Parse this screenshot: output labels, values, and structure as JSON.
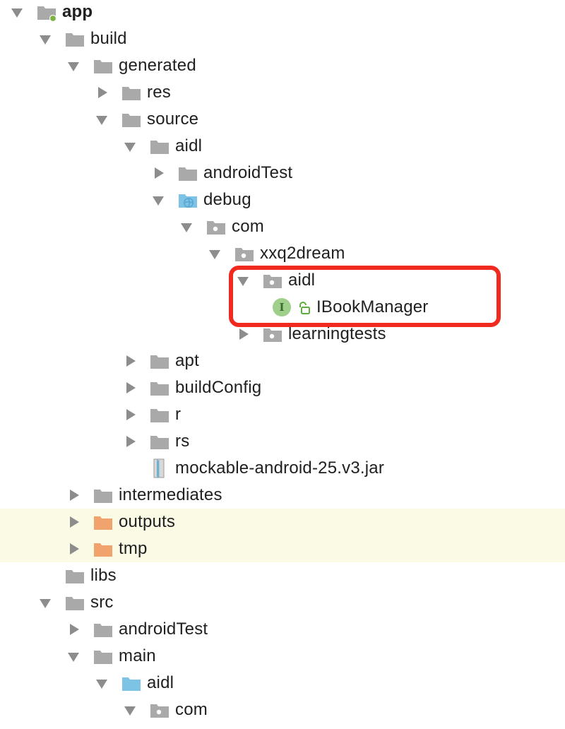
{
  "tree": {
    "items": [
      {
        "label": "app",
        "level": 0,
        "state": "expanded",
        "icon": "module",
        "bold": true
      },
      {
        "label": "build",
        "level": 1,
        "state": "expanded",
        "icon": "folder"
      },
      {
        "label": "generated",
        "level": 2,
        "state": "expanded",
        "icon": "folder"
      },
      {
        "label": "res",
        "level": 3,
        "state": "collapsed",
        "icon": "folder"
      },
      {
        "label": "source",
        "level": 3,
        "state": "expanded",
        "icon": "folder"
      },
      {
        "label": "aidl",
        "level": 4,
        "state": "expanded",
        "icon": "folder"
      },
      {
        "label": "androidTest",
        "level": 5,
        "state": "collapsed",
        "icon": "folder"
      },
      {
        "label": "debug",
        "level": 5,
        "state": "expanded",
        "icon": "source-folder"
      },
      {
        "label": "com",
        "level": 6,
        "state": "expanded",
        "icon": "package"
      },
      {
        "label": "xxq2dream",
        "level": 7,
        "state": "expanded",
        "icon": "package"
      },
      {
        "label": "aidl",
        "level": 8,
        "state": "expanded",
        "icon": "package"
      },
      {
        "label": "IBookManager",
        "level": 9,
        "state": "leaf",
        "icon": "interface"
      },
      {
        "label": "learningtests",
        "level": 8,
        "state": "collapsed",
        "icon": "package"
      },
      {
        "label": "apt",
        "level": 4,
        "state": "collapsed",
        "icon": "folder"
      },
      {
        "label": "buildConfig",
        "level": 4,
        "state": "collapsed",
        "icon": "folder"
      },
      {
        "label": "r",
        "level": 4,
        "state": "collapsed",
        "icon": "folder"
      },
      {
        "label": "rs",
        "level": 4,
        "state": "collapsed",
        "icon": "folder"
      },
      {
        "label": "mockable-android-25.v3.jar",
        "level": 4,
        "state": "leaf",
        "icon": "jar"
      },
      {
        "label": "intermediates",
        "level": 2,
        "state": "collapsed",
        "icon": "folder"
      },
      {
        "label": "outputs",
        "level": 2,
        "state": "collapsed",
        "icon": "excluded-folder",
        "highlight": "ignored"
      },
      {
        "label": "tmp",
        "level": 2,
        "state": "collapsed",
        "icon": "excluded-folder",
        "highlight": "ignored"
      },
      {
        "label": "libs",
        "level": 1,
        "state": "leaf",
        "icon": "folder"
      },
      {
        "label": "src",
        "level": 1,
        "state": "expanded",
        "icon": "folder"
      },
      {
        "label": "androidTest",
        "level": 2,
        "state": "collapsed",
        "icon": "folder"
      },
      {
        "label": "main",
        "level": 2,
        "state": "expanded",
        "icon": "folder"
      },
      {
        "label": "aidl",
        "level": 3,
        "state": "expanded",
        "icon": "source-root-folder"
      },
      {
        "label": "com",
        "level": 4,
        "state": "expanded",
        "icon": "package"
      }
    ]
  },
  "colors": {
    "folder": "#a9a9a9",
    "excluded_folder": "#f0a36d",
    "source_root": "#7cc3e6",
    "ignored_row": "#fbfae5",
    "highlight_box": "#f12a20",
    "interface_badge": "#9fcf8a"
  }
}
